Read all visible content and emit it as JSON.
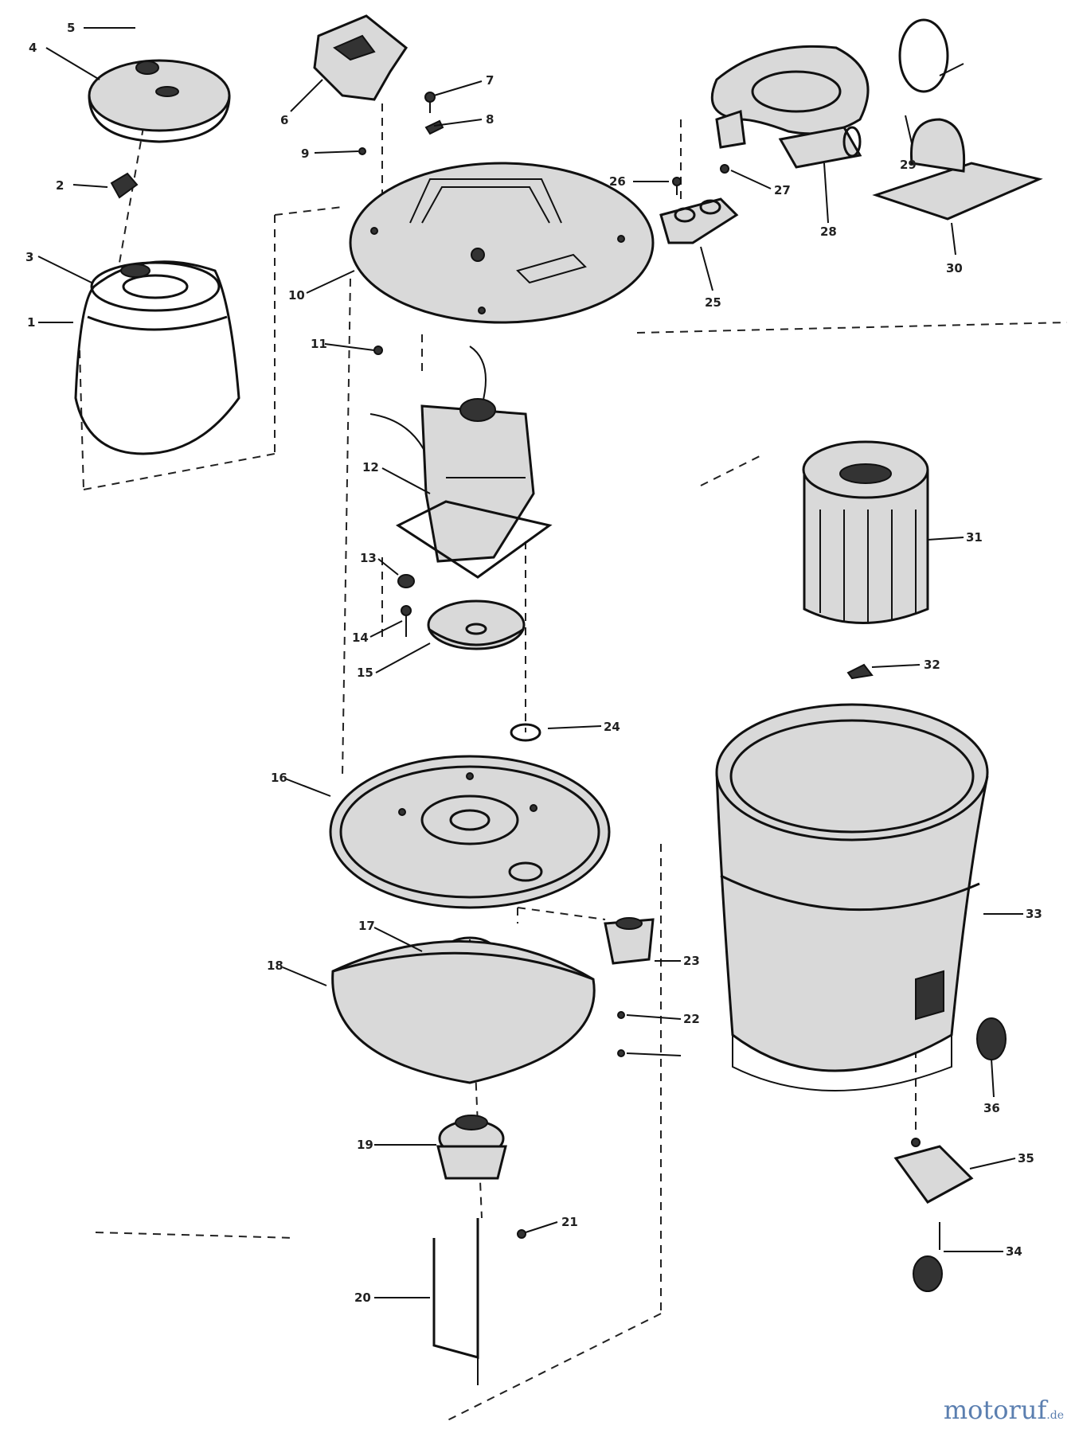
{
  "diagram": {
    "callouts": [
      "5",
      "4",
      "2",
      "3",
      "1",
      "6",
      "7",
      "8",
      "9",
      "10",
      "11",
      "12",
      "13",
      "14",
      "15",
      "16",
      "17",
      "18",
      "19",
      "20",
      "21",
      "22",
      "23",
      "24",
      "25",
      "26",
      "27",
      "28",
      "29",
      "30",
      "31",
      "32",
      "33",
      "34",
      "35",
      "36"
    ]
  },
  "watermark": {
    "text": "motoruf",
    "suffix": ".de"
  }
}
